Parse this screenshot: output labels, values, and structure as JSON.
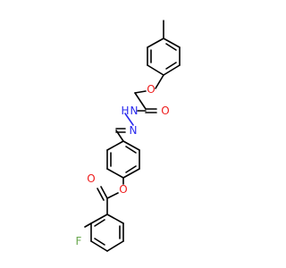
{
  "molecule": {
    "atoms": {
      "o_ether": "O",
      "o_amide": "O",
      "nh": "H",
      "n_amide": "N",
      "n_imine": "N",
      "o_ester_link": "O",
      "o_ester_carbonyl": "O",
      "f": "F"
    },
    "colors": {
      "bond": "#000000",
      "nitrogen": "#2a2aee",
      "oxygen": "#ee1c1c",
      "fluorine": "#6aa84f",
      "background": "#ffffff"
    }
  }
}
